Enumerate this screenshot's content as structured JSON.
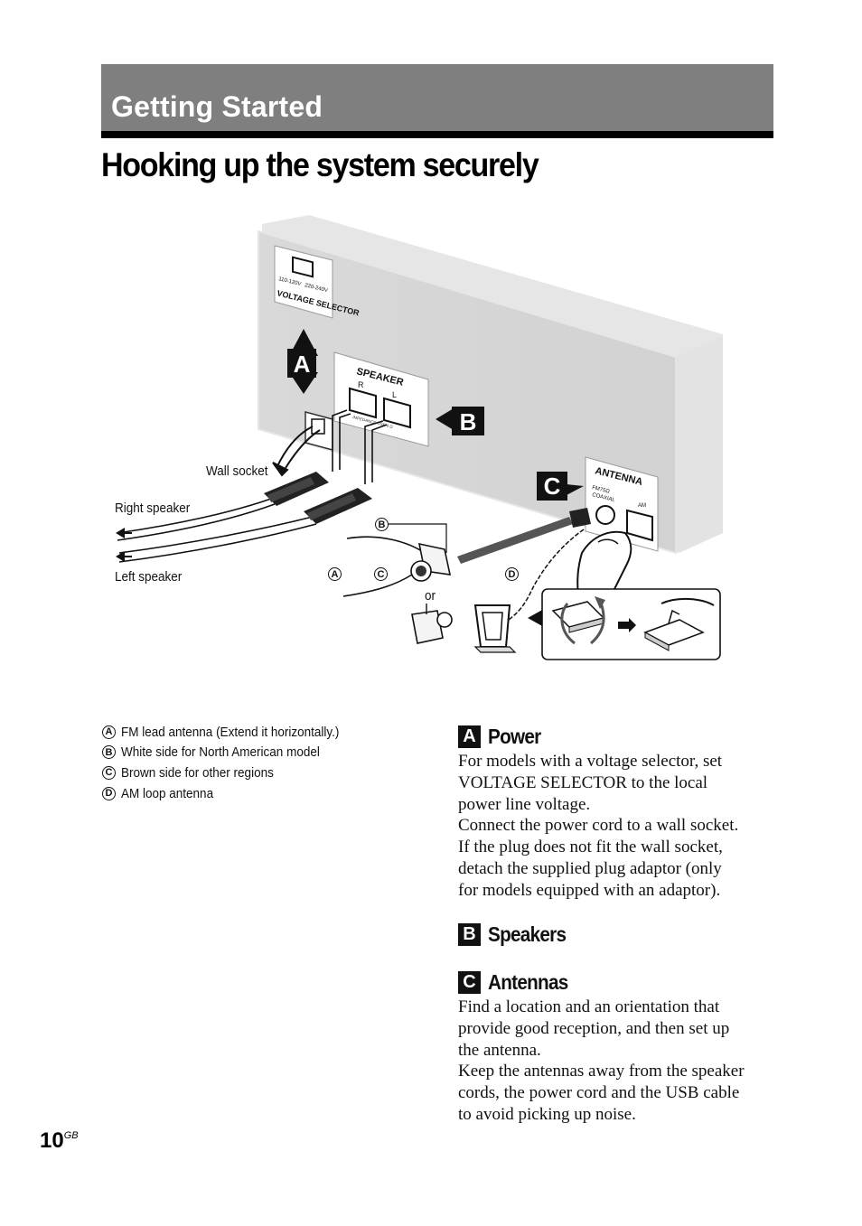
{
  "header": {
    "section_title": "Getting Started",
    "page_title": "Hooking up the system securely"
  },
  "figure": {
    "panel": {
      "voltage_low": "110-120V",
      "voltage_high": "220-240V",
      "voltage_selector": "VOLTAGE SELECTOR",
      "speaker_label": "SPEAKER",
      "speaker_r": "R",
      "speaker_l": "L",
      "impedance": "IMPEDANCE USE 6 Ω",
      "antenna_label": "ANTENNA",
      "fm_label": "FM75Ω",
      "coaxial_label": "COAXIAL",
      "am_label": "AM"
    },
    "markers": {
      "a": "A",
      "b": "B",
      "c": "C"
    },
    "callouts": {
      "wall_socket": "Wall socket",
      "right_speaker": "Right speaker",
      "left_speaker": "Left speaker",
      "or": "or",
      "ref_a": "A",
      "ref_b": "B",
      "ref_c": "C",
      "ref_d": "D"
    }
  },
  "legend": [
    {
      "letter": "A",
      "text": "FM lead antenna (Extend it horizontally.)"
    },
    {
      "letter": "B",
      "text": "White side for North American model"
    },
    {
      "letter": "C",
      "text": "Brown side for other regions"
    },
    {
      "letter": "D",
      "text": "AM loop antenna"
    }
  ],
  "instructions": {
    "power": {
      "letter": "A",
      "title": "Power",
      "lines": [
        "For models with a voltage selector, set",
        "VOLTAGE SELECTOR to the local",
        "power line voltage.",
        "Connect the power cord to a wall socket.",
        "If the plug does not fit the wall socket,",
        "detach the supplied plug adaptor (only",
        "for models equipped with an adaptor)."
      ]
    },
    "speakers": {
      "letter": "B",
      "title": "Speakers"
    },
    "antennas": {
      "letter": "C",
      "title": "Antennas",
      "lines": [
        "Find a location and an orientation that",
        "provide good reception, and then set up",
        "the antenna.",
        "Keep the antennas away from the speaker",
        "cords, the power cord and the USB cable",
        "to avoid picking up noise."
      ]
    }
  },
  "footer": {
    "page_number": "10",
    "page_suffix": "GB"
  }
}
